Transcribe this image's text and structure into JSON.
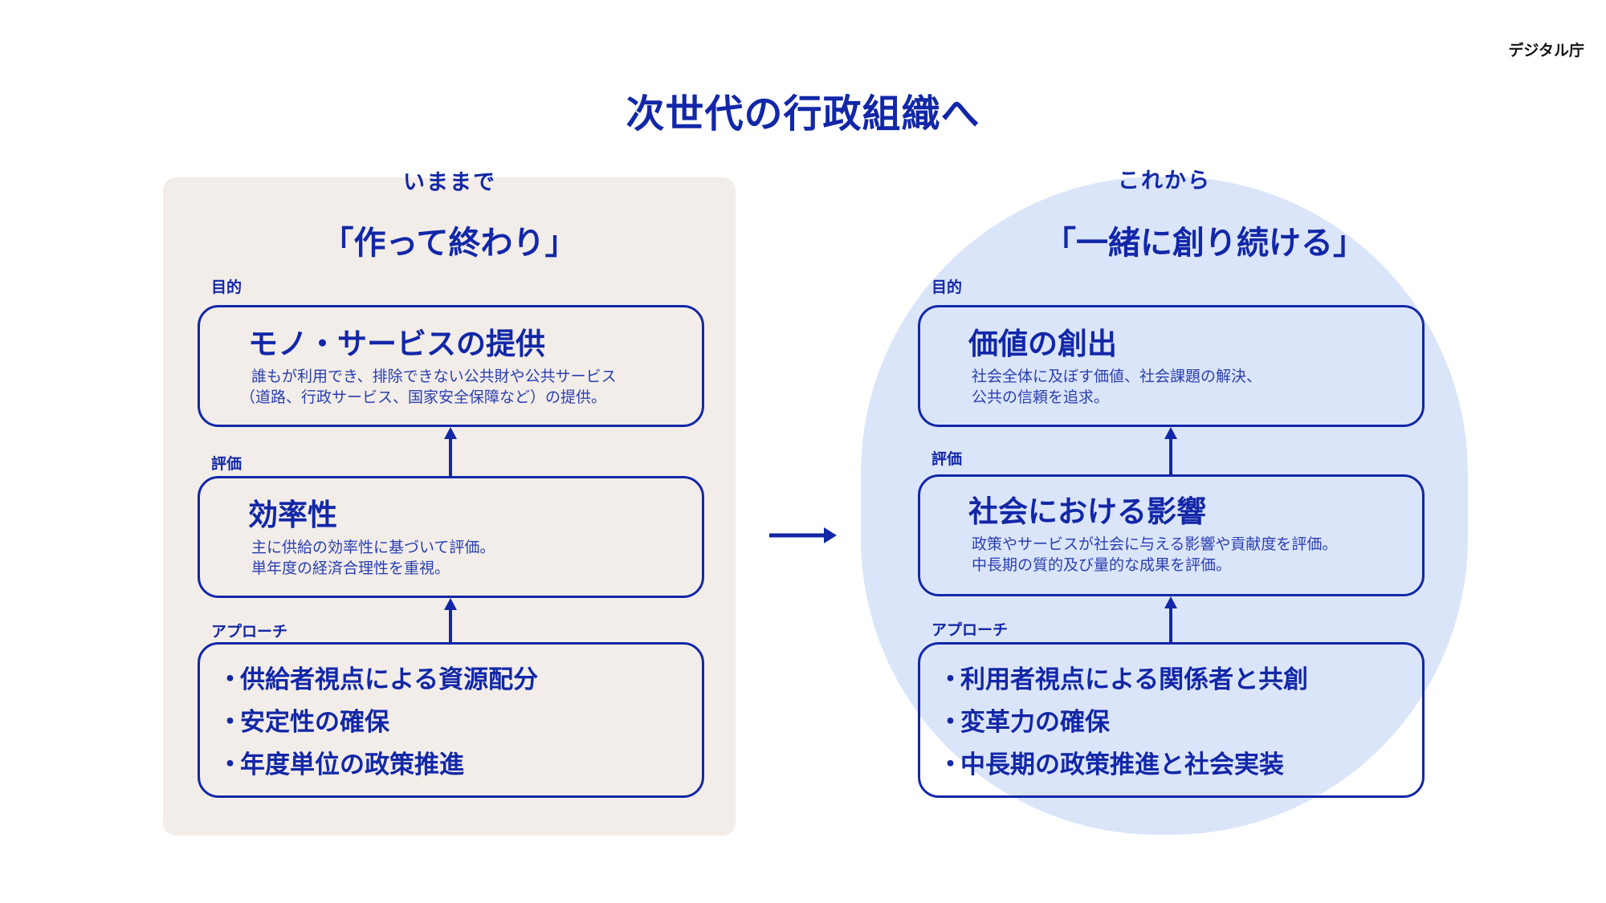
{
  "brand": {
    "logo_text": "デジタル庁"
  },
  "page": {
    "title": "次世代の行政組織へ"
  },
  "colors": {
    "accent": "#1227a8",
    "left_panel_bg": "#f2ede8",
    "right_panel_bg": "#dbe5f9"
  },
  "left": {
    "label": "いままで",
    "slogan": "「作って終わり」",
    "purpose": {
      "label": "目的",
      "title": "モノ・サービスの提供",
      "desc_lines": [
        "誰もが利用でき、排除できない公共財や公共サービス",
        "（道路、行政サービス、国家安全保障など）の提供。"
      ]
    },
    "evaluation": {
      "label": "評価",
      "title": "効率性",
      "desc_lines": [
        "主に供給の効率性に基づいて評価。",
        "単年度の経済合理性を重視。"
      ]
    },
    "approach": {
      "label": "アプローチ",
      "bullet": "・",
      "items": [
        "供給者視点による資源配分",
        "安定性の確保",
        "年度単位の政策推進"
      ]
    }
  },
  "right": {
    "label": "これから",
    "slogan": "「一緒に創り続ける」",
    "purpose": {
      "label": "目的",
      "title": "価値の創出",
      "desc_lines": [
        "社会全体に及ぼす価値、社会課題の解決、",
        "公共の信頼を追求。"
      ]
    },
    "evaluation": {
      "label": "評価",
      "title": "社会における影響",
      "desc_lines": [
        "政策やサービスが社会に与える影響や貢献度を評価。",
        "中長期の質的及び量的な成果を評価。"
      ]
    },
    "approach": {
      "label": "アプローチ",
      "bullet": "・",
      "items": [
        "利用者視点による関係者と共創",
        "変革力の確保",
        "中長期の政策推進と社会実装"
      ]
    }
  }
}
